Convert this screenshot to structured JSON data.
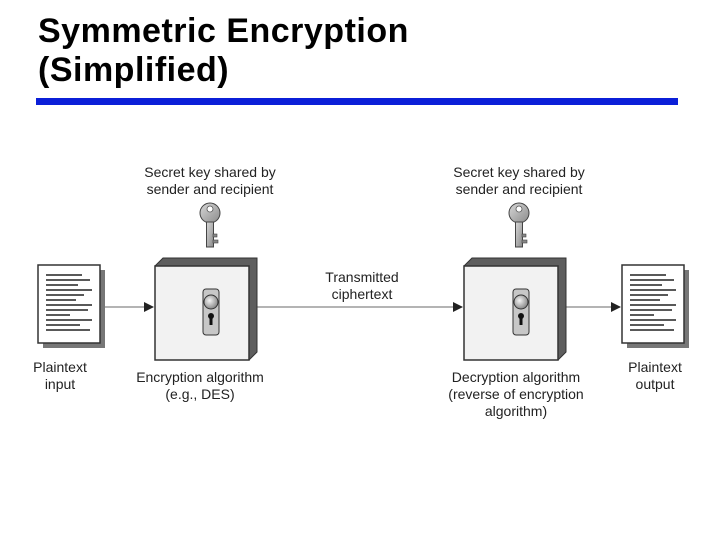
{
  "slide": {
    "title_line1": "Symmetric Encryption",
    "title_line2": "(Simplified)"
  },
  "diagram": {
    "key_label_left": [
      "Secret key shared by",
      "sender and recipient"
    ],
    "key_label_right": [
      "Secret key shared by",
      "sender and recipient"
    ],
    "transmitted_label": [
      "Transmitted",
      "ciphertext"
    ],
    "plaintext_input_label": [
      "Plaintext",
      "input"
    ],
    "encryption_label": [
      "Encryption algorithm",
      "(e.g., DES)"
    ],
    "decryption_label": [
      "Decryption algorithm",
      "(reverse of encryption",
      "algorithm)"
    ],
    "plaintext_output_label": [
      "Plaintext",
      "output"
    ]
  },
  "colors": {
    "title_rule": "#0b1fd8",
    "box_fill": "#f2f2f2",
    "box_shadow": "#6a6a6a",
    "key_color": "#9a9a9a"
  },
  "icons": [
    "document-icon",
    "cipher-box-icon",
    "keyhole-icon",
    "key-icon",
    "arrow-icon"
  ]
}
